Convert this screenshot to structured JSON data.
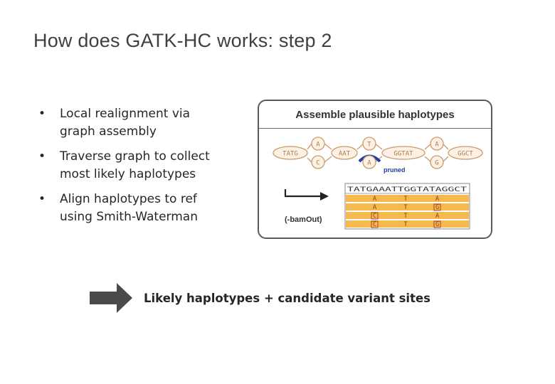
{
  "title": "How does GATK-HC works: step 2",
  "bullets": [
    {
      "line1": "Local realignment via",
      "line2": "graph assembly"
    },
    {
      "line1": "Traverse graph to collect",
      "line2": "most likely haplotypes"
    },
    {
      "line1": "Align haplotypes to ref",
      "line2": "using Smith-Waterman"
    }
  ],
  "bullet_char": "•",
  "panel": {
    "heading": "Assemble plausible haplotypes",
    "nodes": {
      "n1": "TATG",
      "a1_top": "A",
      "a1_bot": "C",
      "n2": "AAT",
      "a2_top": "T",
      "a2_bot": "A",
      "n3": "GGTAT",
      "a3_top": "A",
      "a3_bot": "G",
      "n4": "GGCT"
    },
    "pruned_label": "pruned",
    "bamout_label": "(-bamOut)",
    "reference": "TATGAAATTGGTATAGGCT",
    "haplotypes": [
      {
        "c1": "A",
        "c2": "T",
        "c3": "A"
      },
      {
        "c1": "A",
        "c2": "T",
        "c3": "G"
      },
      {
        "c1": "C",
        "c2": "T",
        "c3": "A"
      },
      {
        "c1": "C",
        "c2": "T",
        "c3": "G"
      }
    ]
  },
  "result_text": "Likely haplotypes + candidate variant sites",
  "colors": {
    "node_fill": "#fdf1e6",
    "node_stroke": "#c99b6c",
    "node_text": "#b07a46",
    "pruned_arc": "#1f3fa6",
    "haplotype_band": "#f5b94e",
    "big_arrow": "#4a4a4a"
  }
}
